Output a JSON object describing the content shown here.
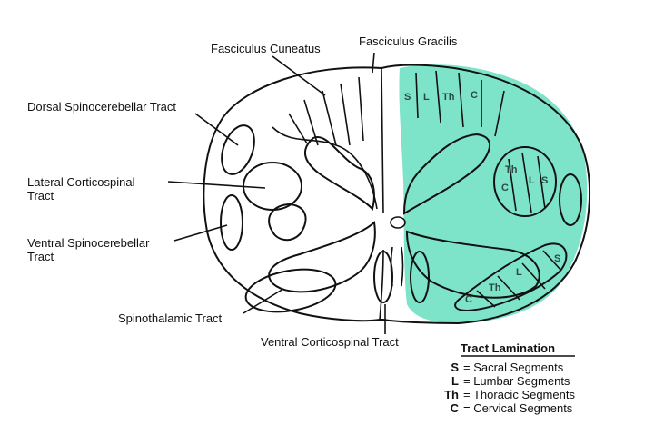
{
  "labels": {
    "fasciculus_cuneatus": "Fasciculus Cuneatus",
    "fasciculus_gracilis": "Fasciculus Gracilis",
    "dorsal_spinocerebellar": "Dorsal Spinocerebellar Tract",
    "lateral_corticospinal_1": "Lateral Corticospinal",
    "lateral_corticospinal_2": "Tract",
    "ventral_spinocerebellar_1": "Ventral Spinocerebellar",
    "ventral_spinocerebellar_2": "Tract",
    "spinothalamic": "Spinothalamic Tract",
    "ventral_corticospinal": "Ventral Corticospinal Tract"
  },
  "segment_letters": {
    "dorsal": [
      "S",
      "L",
      "Th",
      "C"
    ],
    "lateral": [
      "Th",
      "C",
      "L",
      "S"
    ],
    "ventral": [
      "C",
      "Th",
      "L",
      "S"
    ]
  },
  "legend": {
    "title": "Tract Lamination",
    "items": [
      {
        "abbr": "S",
        "text": "= Sacral Segments"
      },
      {
        "abbr": "L",
        "text": "= Lumbar Segments"
      },
      {
        "abbr": "Th",
        "text": "= Thoracic Segments"
      },
      {
        "abbr": "C",
        "text": "= Cervical Segments"
      }
    ]
  },
  "colors": {
    "highlight": "#7ee4c9",
    "outline": "#111111"
  }
}
